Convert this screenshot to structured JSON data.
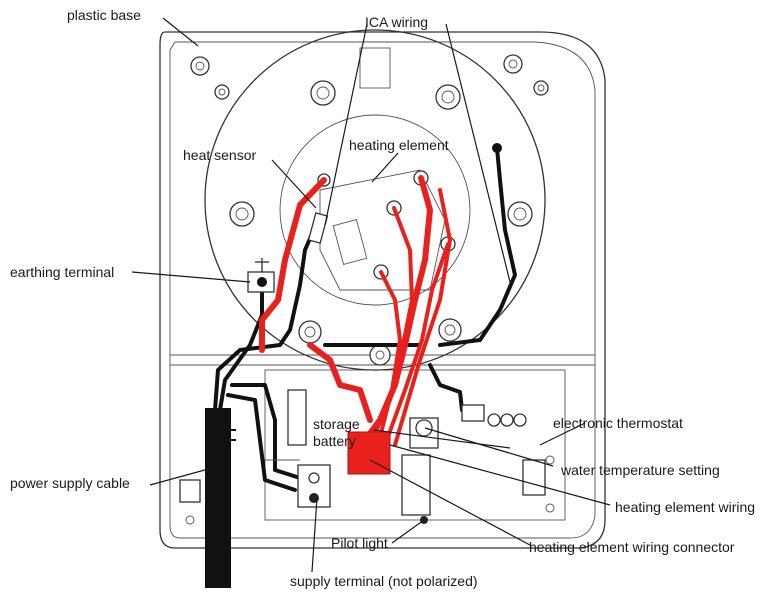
{
  "labels": {
    "plastic_base": "plastic base",
    "ica_wiring": "ICA wiring",
    "heat_sensor": "heat sensor",
    "heating_element": "heating element",
    "earthing_terminal": "earthing terminal",
    "storage_battery": "storage battery",
    "electronic_thermostat": "electronic thermostat",
    "water_temperature_setting": "water temperature setting",
    "power_supply_cable": "power supply cable",
    "heating_element_wiring": "heating element wiring",
    "pilot_light": "Pilot light",
    "heating_element_wiring_connector": "heating element wiring connector",
    "supply_terminal": "supply terminal (not polarized)"
  },
  "colors": {
    "wire_red": "#e8211c",
    "wire_black": "#111111",
    "outline": "#333333"
  }
}
